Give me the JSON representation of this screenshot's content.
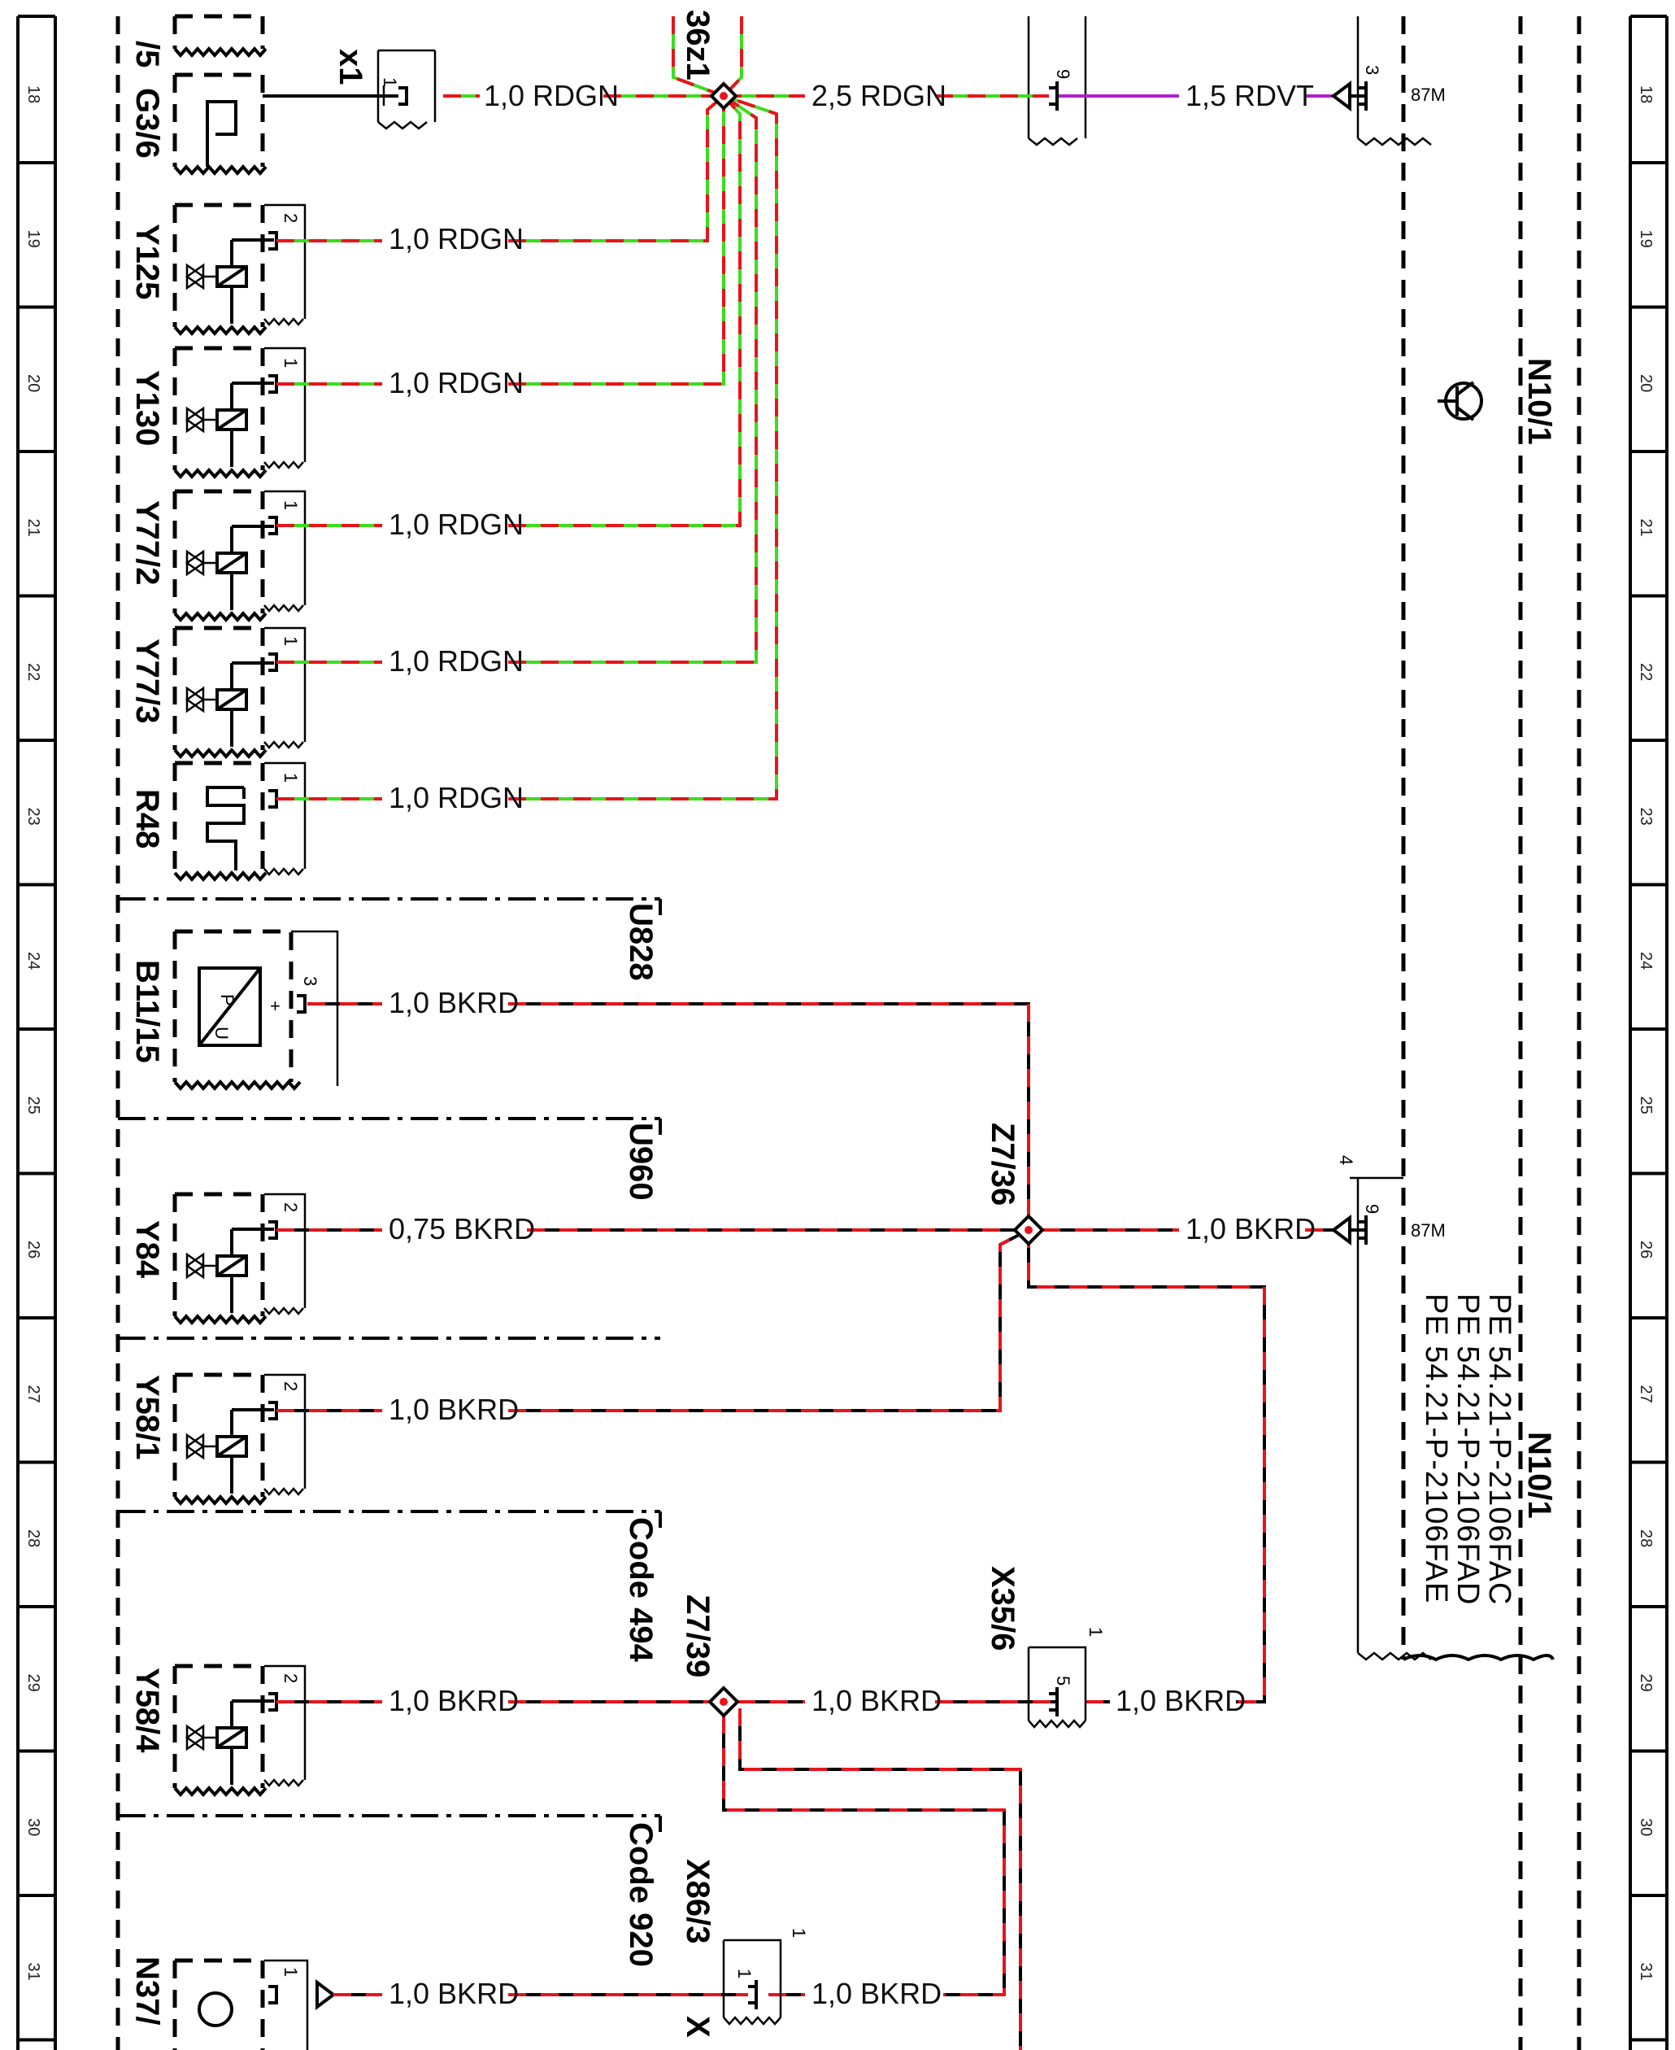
{
  "row_numbers": [
    "18",
    "19",
    "20",
    "21",
    "22",
    "23",
    "24",
    "25",
    "26",
    "27",
    "28",
    "29",
    "30",
    "31"
  ],
  "components": {
    "g36": "G3/6",
    "y125": "Y125",
    "y130": "Y130",
    "y772": "Y77/2",
    "y773": "Y77/3",
    "r48": "R48",
    "b1115": "B11/15",
    "y84": "Y84",
    "y581": "Y58/1",
    "y584": "Y58/4",
    "n37": "N37/",
    "top_partial": "/5",
    "x1": "x1",
    "z7_36": "Z7/36",
    "z7_39": "Z7/39",
    "x35_6": "X35/6",
    "x86_3": "X86/3",
    "x_partial": "X",
    "z61": "36z1",
    "n10_1a": "N10/1",
    "n10_1b": "N10/1"
  },
  "sections": {
    "u828": "U828",
    "u960": "U960",
    "code494": "Code 494",
    "code920": "Code 920"
  },
  "references": [
    "PE 54.21-P-2106FAC",
    "PE 54.21-P-2106FAD",
    "PE 54.21-P-2106FAE"
  ],
  "wires": {
    "w1": "1,0 RDGN",
    "w2": "2,5 RDGN",
    "w3": "1,5 RDVT",
    "w4": "1,0 RDGN",
    "w5": "1,0 RDGN",
    "w6": "1,0 RDGN",
    "w7": "1,0 RDGN",
    "w8": "1,0 RDGN",
    "w9": "1,0 BKRD",
    "w10": "0,75 BKRD",
    "w11": "1,0 BKRD",
    "w12": "1,0 BKRD",
    "w13": "1,0 BKRD",
    "w14": "1,0 BKRD",
    "w15": "1,0 BKRD",
    "w16": "1,0 BKRD",
    "w17": "1,0 BKRD"
  },
  "pins": {
    "x1_pin": "1",
    "g36_conn_pin": "1",
    "y125_pin": "2",
    "y130_pin": "1",
    "y772_pin": "1",
    "y773_pin": "1",
    "r48_pin": "1",
    "b1115_pin": "3",
    "b1115_plus": "+",
    "y84_pin": "2",
    "y581_pin": "2",
    "y584_pin": "2",
    "n37_pin": "1",
    "c9_pin": "9",
    "n10_pin3": "3",
    "n10_87m_a": "87M",
    "n10_pin4": "4",
    "n10_pin9": "9",
    "n10_87m_b": "87M",
    "x35_pin5": "5",
    "x35_pin1": "1",
    "x86_pin1": "1",
    "x86_pin1b": "1",
    "pu_p": "P",
    "pu_u": "U"
  },
  "colors": {
    "red": "#e8141b",
    "green": "#3ddc1e",
    "violet": "#b020c8",
    "black": "#000000"
  }
}
